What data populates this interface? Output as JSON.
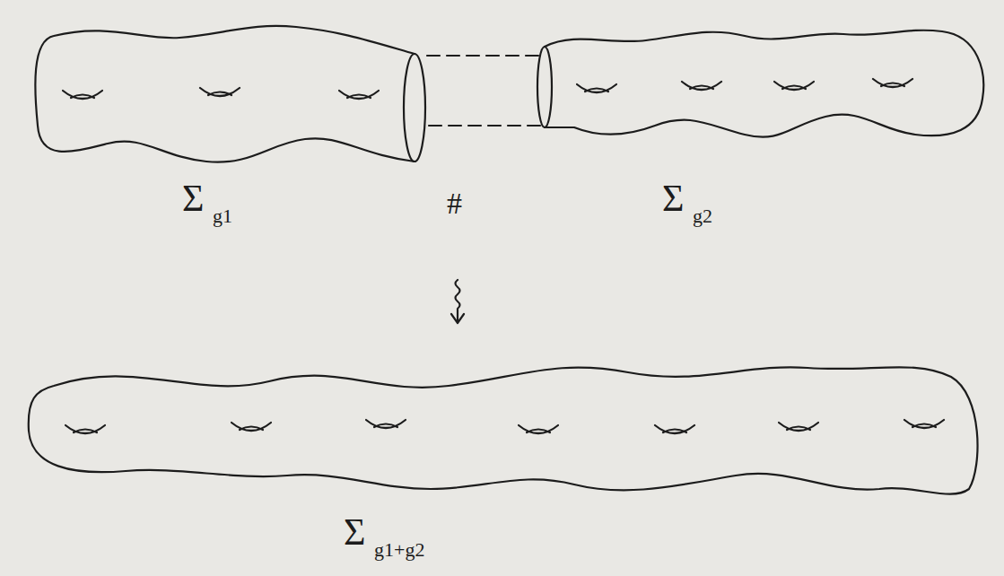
{
  "diagram": {
    "labels": [
      "Σ",
      "g1",
      "#",
      "Σ",
      "g2",
      "Σ",
      "g1+g2"
    ]
  }
}
